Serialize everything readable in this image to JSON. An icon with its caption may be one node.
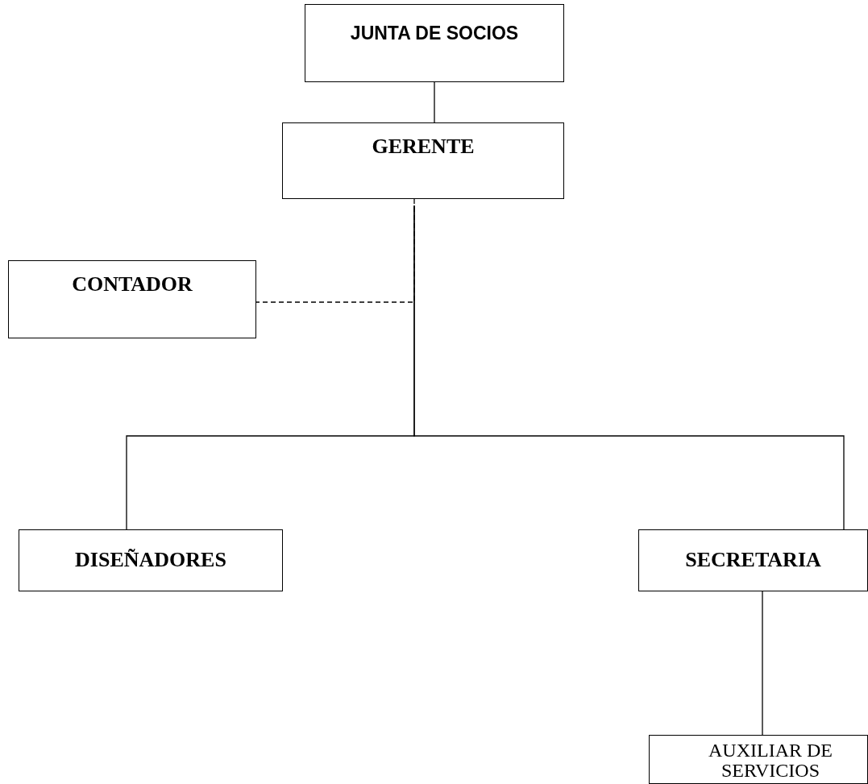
{
  "diagram": {
    "nodes": [
      {
        "text": [
          "JUNTA DE SOCIOS"
        ]
      },
      {
        "text": [
          "GERENTE"
        ]
      },
      {
        "text": [
          "CONTADOR"
        ]
      },
      {
        "text": [
          "DISEÑADORES"
        ]
      },
      {
        "text": [
          "SECRETARIA"
        ]
      },
      {
        "text": [
          "AUXILIAR DE SERVICIOS"
        ]
      }
    ],
    "edges": [
      {
        "from": 0,
        "to": 1,
        "arrow": "none"
      },
      {
        "from": 1,
        "to": 2,
        "arrow": "none",
        "style": "dashed"
      },
      {
        "from": 1,
        "to": 3,
        "arrow": "none"
      },
      {
        "from": 1,
        "to": 4,
        "arrow": "none"
      },
      {
        "from": 4,
        "to": 5,
        "arrow": "none"
      }
    ]
  }
}
